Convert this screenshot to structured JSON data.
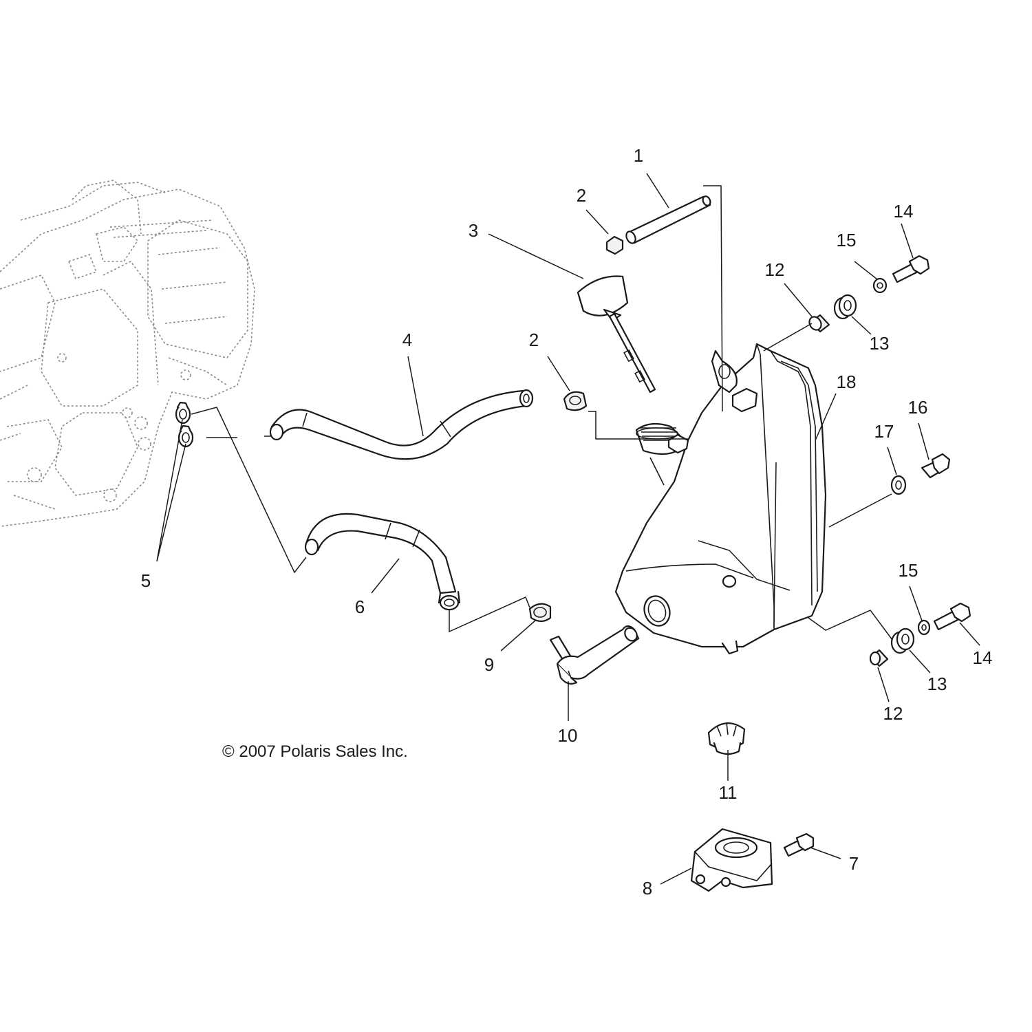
{
  "copyright": "© 2007 Polaris Sales Inc.",
  "callouts": {
    "c1": "1",
    "c2a": "2",
    "c2b": "2",
    "c3": "3",
    "c4": "4",
    "c5": "5",
    "c6": "6",
    "c7": "7",
    "c8": "8",
    "c9": "9",
    "c10": "10",
    "c11": "11",
    "c12a": "12",
    "c12b": "12",
    "c13a": "13",
    "c13b": "13",
    "c14a": "14",
    "c14b": "14",
    "c15a": "15",
    "c15b": "15",
    "c16": "16",
    "c17": "17",
    "c18": "18"
  }
}
